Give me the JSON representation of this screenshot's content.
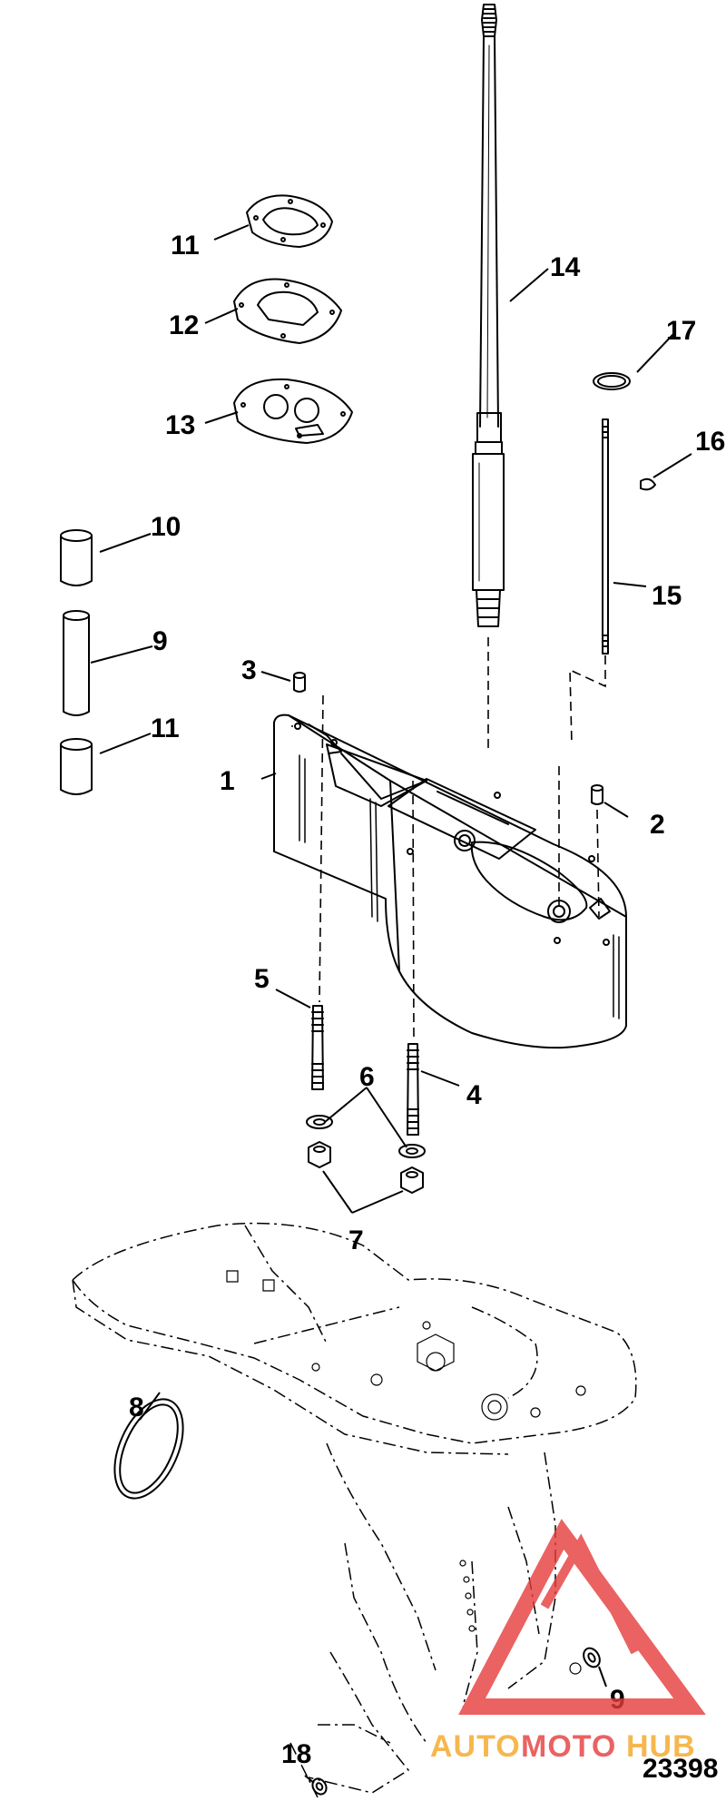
{
  "diagram": {
    "callouts": [
      {
        "id": "1",
        "label": "1"
      },
      {
        "id": "2",
        "label": "2"
      },
      {
        "id": "3",
        "label": "3"
      },
      {
        "id": "4",
        "label": "4"
      },
      {
        "id": "5",
        "label": "5"
      },
      {
        "id": "6",
        "label": "6"
      },
      {
        "id": "7",
        "label": "7"
      },
      {
        "id": "8",
        "label": "8"
      },
      {
        "id": "9a",
        "label": "9"
      },
      {
        "id": "9b",
        "label": "9"
      },
      {
        "id": "10",
        "label": "10"
      },
      {
        "id": "11a",
        "label": "11"
      },
      {
        "id": "11b",
        "label": "11"
      },
      {
        "id": "12",
        "label": "12"
      },
      {
        "id": "13",
        "label": "13"
      },
      {
        "id": "14",
        "label": "14"
      },
      {
        "id": "15",
        "label": "15"
      },
      {
        "id": "16",
        "label": "16"
      },
      {
        "id": "17",
        "label": "17"
      },
      {
        "id": "18",
        "label": "18"
      }
    ],
    "figure_number": "23398"
  },
  "watermark": {
    "part1": "AUTO",
    "part2": "MOTO",
    "part3": "HUB",
    "color_orange": "#f5a623",
    "color_red": "#e63b3b"
  }
}
